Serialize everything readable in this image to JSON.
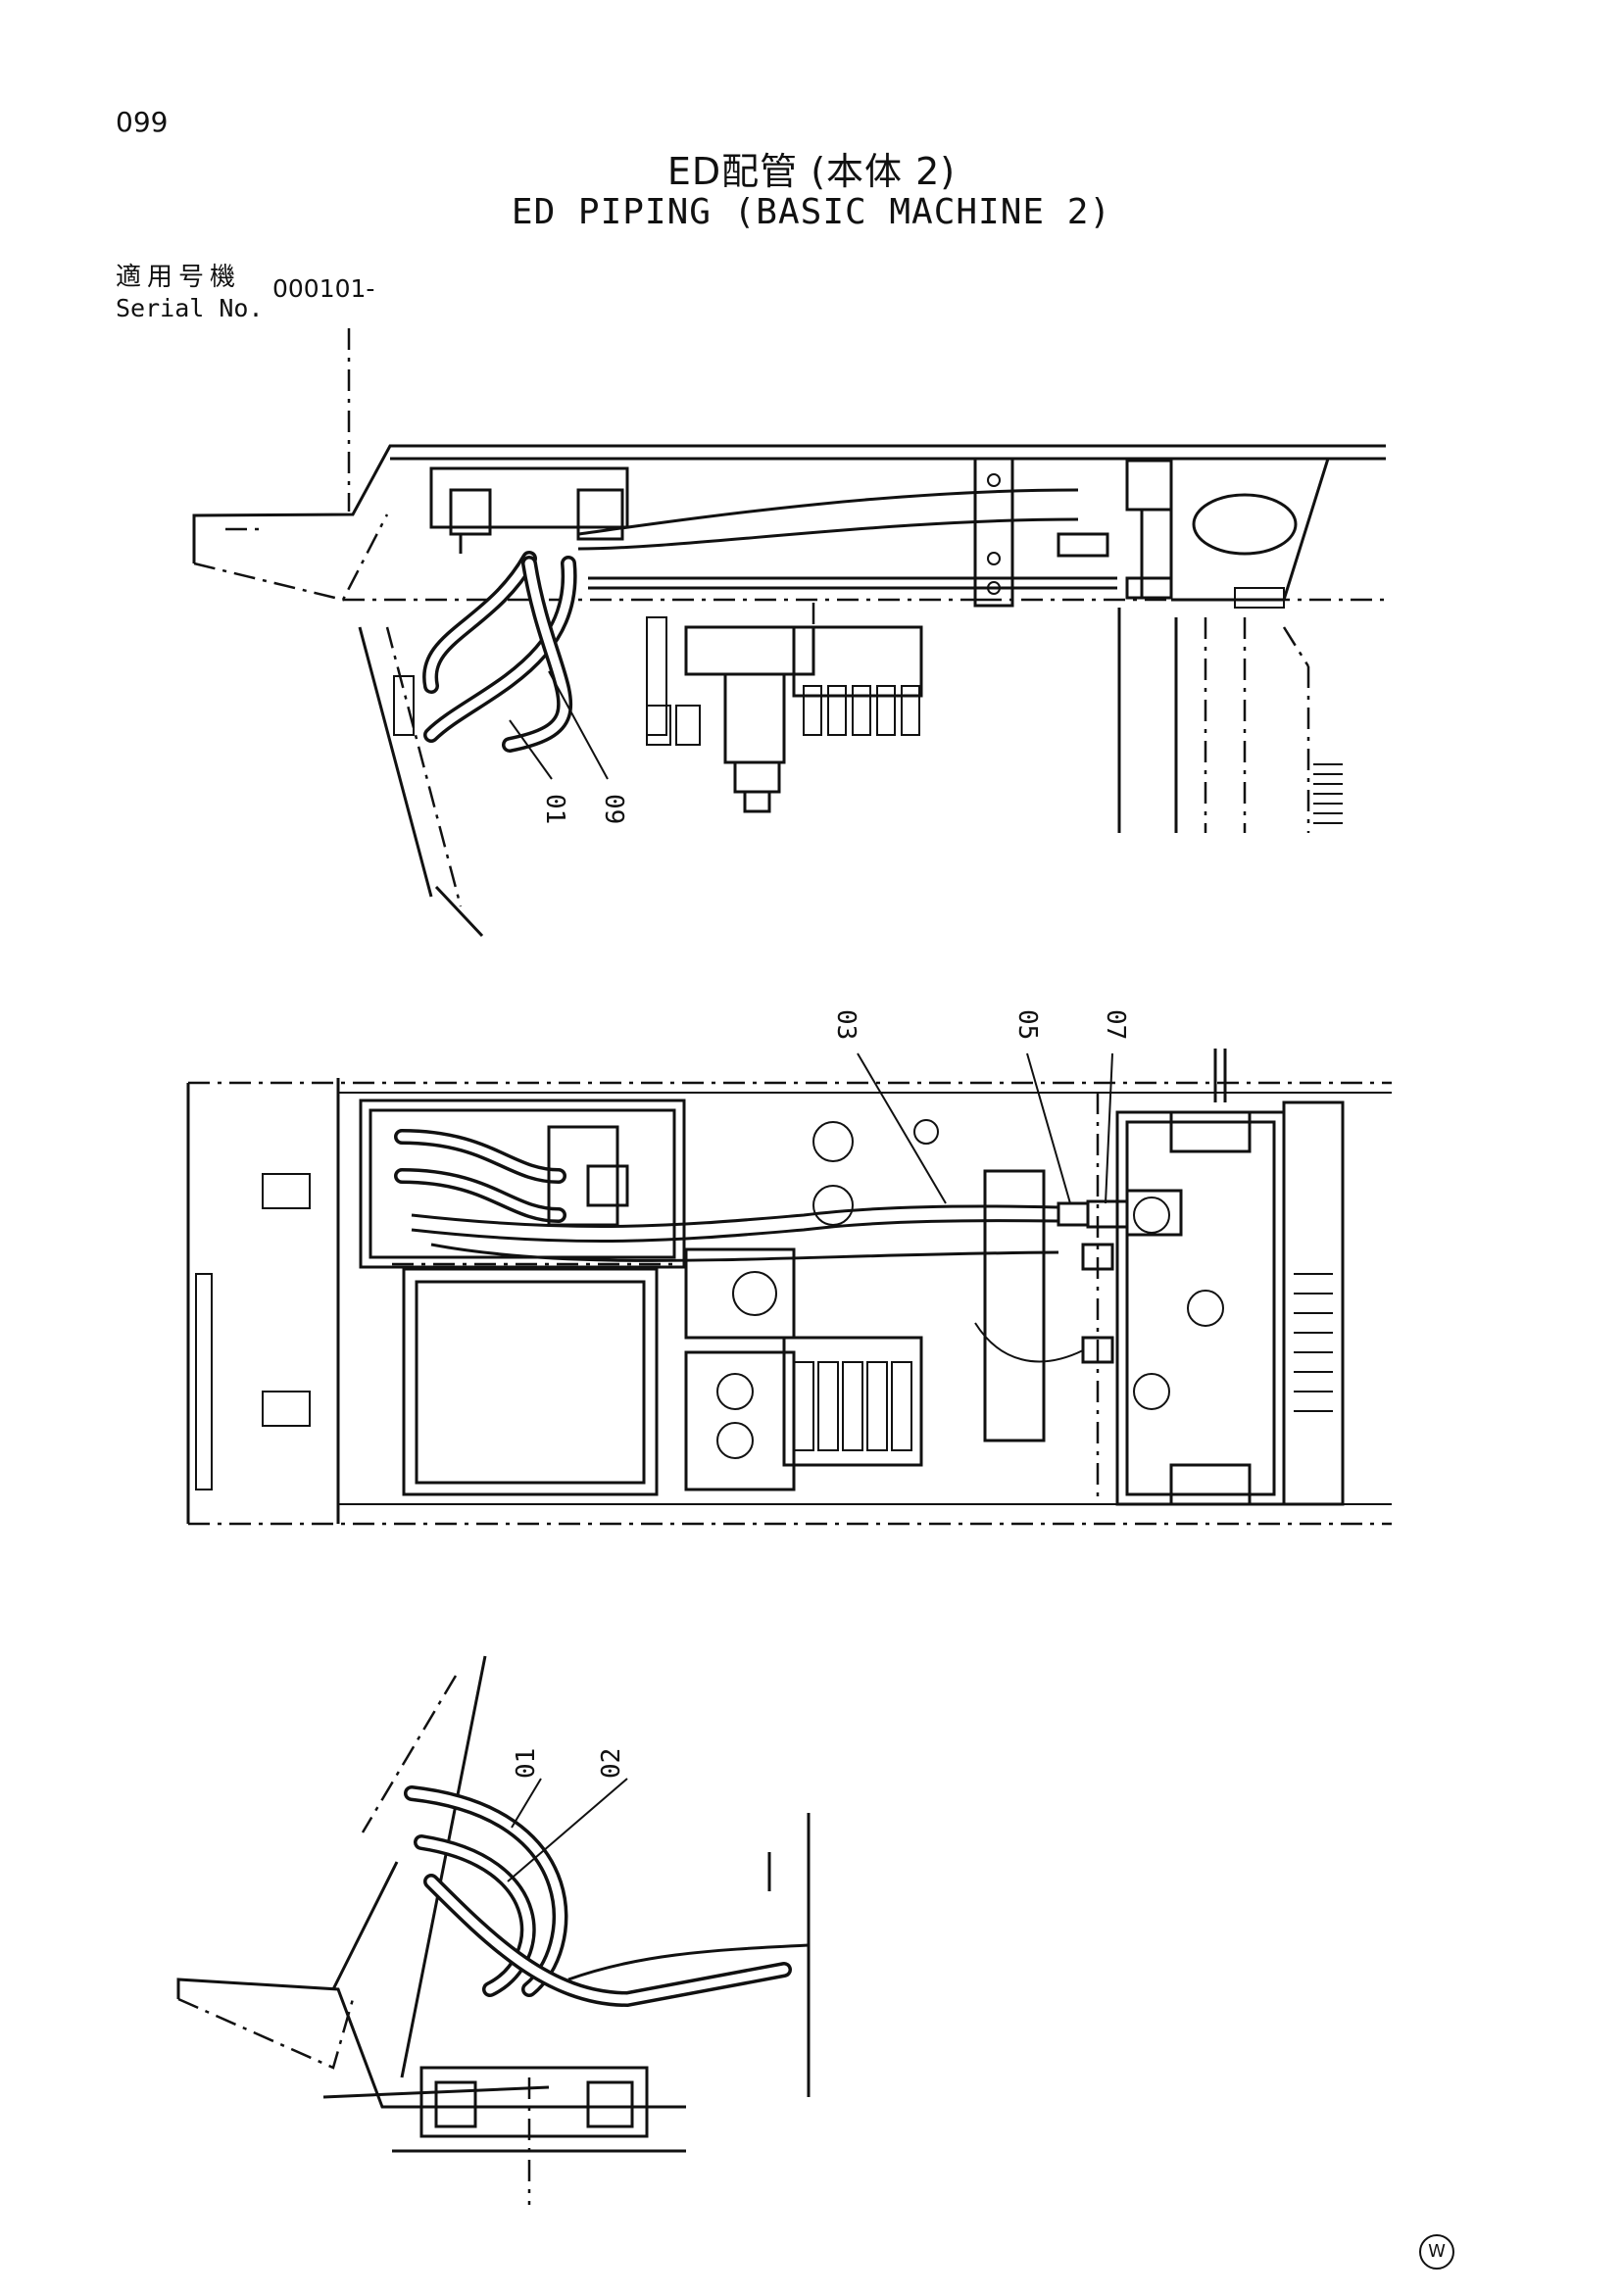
{
  "header": {
    "page_number": "099",
    "title_jp": "ED配管 (本体 2)",
    "title_en": "ED PIPING (BASIC MACHINE 2)",
    "serial_label_jp": "適用号機",
    "serial_label_en": "Serial No.",
    "serial_value": "000101-"
  },
  "views": {
    "top": {
      "callouts": [
        "01",
        "09"
      ]
    },
    "middle": {
      "callouts": [
        "03",
        "05",
        "07"
      ]
    },
    "bottom": {
      "callouts": [
        "01",
        "02"
      ]
    }
  },
  "footer": {
    "mark": "W"
  }
}
